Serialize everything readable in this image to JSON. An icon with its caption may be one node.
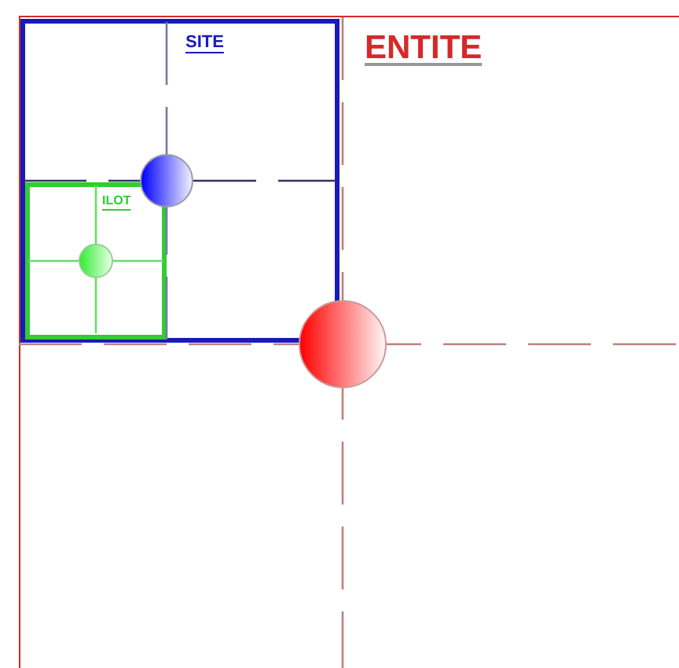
{
  "diagram": {
    "nodes": [
      {
        "text": [
          "ENTITE"
        ]
      },
      {
        "text": [
          "SITE"
        ],
        "in": 0
      },
      {
        "text": [
          "ILOT"
        ],
        "in": 1
      },
      {
        "text": [],
        "shape": "circle",
        "in": 0
      },
      {
        "text": [],
        "shape": "circle",
        "in": 1
      },
      {
        "text": [],
        "shape": "circle",
        "in": 2
      }
    ]
  }
}
